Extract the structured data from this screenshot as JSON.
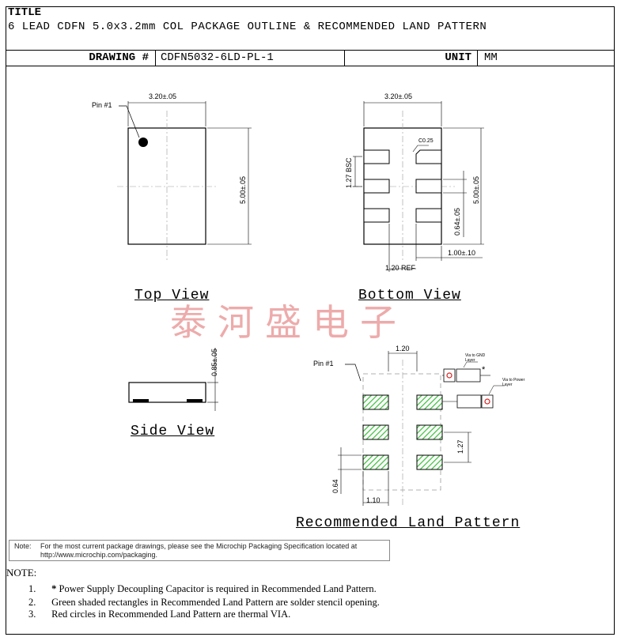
{
  "header": {
    "title_label": "TITLE",
    "description": "6 LEAD CDFN 5.0x3.2mm COL PACKAGE OUTLINE & RECOMMENDED LAND PATTERN",
    "drawing_label": "DRAWING #",
    "drawing_number": "CDFN5032-6LD-PL-1",
    "unit_label": "UNIT",
    "unit_value": "MM"
  },
  "views": {
    "top_view": "Top View",
    "bottom_view": "Bottom View",
    "side_view": "Side View",
    "land_pattern": "Recommended Land Pattern"
  },
  "dimensions": {
    "top_width": "3.20±.05",
    "top_height": "5.00±.05",
    "pin1": "Pin #1",
    "bottom_width": "3.20±.05",
    "bottom_height": "5.00±.05",
    "chamfer": "C0.25",
    "pitch_bsc": "1.27 BSC",
    "pad_len": "0.64±.05",
    "pad_offset": "1.00±.10",
    "ref": "1.20 REF",
    "side_height": "0.85±.05",
    "lp_width": "1.20",
    "lp_pitch": "1.27",
    "lp_pad_h": "0.64",
    "lp_pad_w": "1.10",
    "lp_pin1": "Pin #1",
    "via_gnd": "Via to GND Layer",
    "via_power": "Via to Power Layer",
    "star": "*"
  },
  "watermark": "泰河盛电子",
  "note_box": {
    "label": "Note:",
    "text_line1": "For the most current package drawings, please see the Microchip Packaging Specification located at",
    "text_line2": "http://www.microchip.com/packaging."
  },
  "notes": {
    "heading": "NOTE:",
    "items": [
      {
        "num": "1.",
        "star": "*",
        "text": "Power Supply Decoupling Capacitor is required in Recommended Land Pattern."
      },
      {
        "num": "2.",
        "star": "",
        "text": "Green shaded rectangles in Recommended Land Pattern are solder stencil opening."
      },
      {
        "num": "3.",
        "star": "",
        "text": "Red circles in Recommended Land Pattern are thermal VIA."
      }
    ]
  },
  "colors": {
    "pad_fill": "#3fbf3f",
    "via_red": "#d62020",
    "watermark": "#e89090"
  }
}
